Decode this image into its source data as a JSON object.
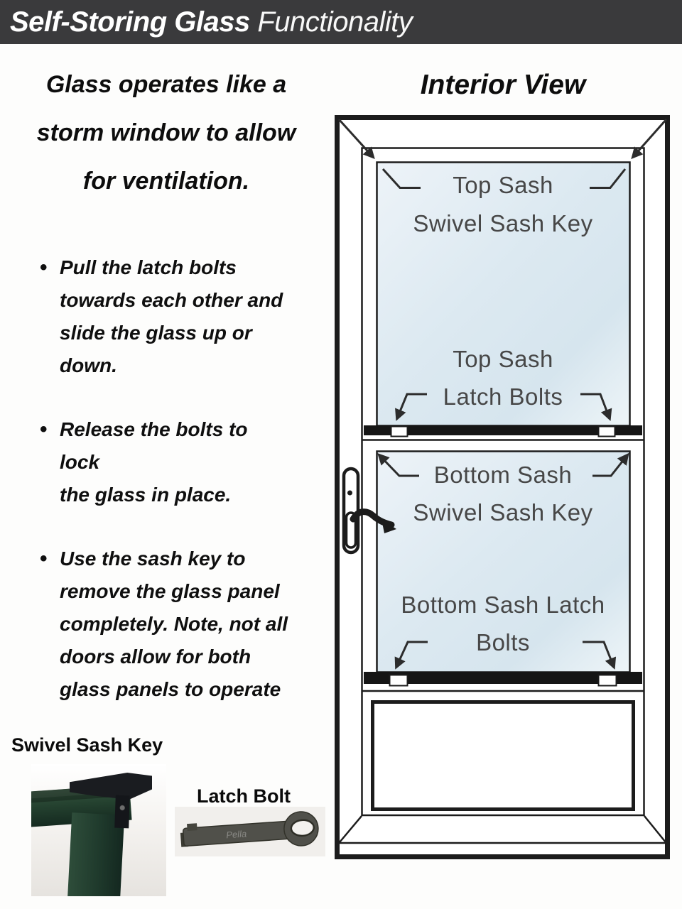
{
  "banner": {
    "title_strong": "Self-Storing Glass",
    "title_light": " Functionality"
  },
  "intro": "Glass operates like a\nstorm window to allow\nfor ventilation.",
  "bullets": [
    "Pull the latch bolts\ntowards each other and\nslide the glass up or\ndown.",
    "Release the bolts to lock\nthe glass in place.",
    "Use the sash key to\nremove the glass panel\ncompletely. Note, not all\ndoors allow for both\nglass panels to operate"
  ],
  "interior": {
    "title": "Interior View",
    "labels": {
      "top_sash_key": {
        "line1": "Top Sash",
        "line2": "Swivel Sash Key"
      },
      "top_sash_bolts": {
        "line1": "Top Sash",
        "line2": "Latch Bolts"
      },
      "bottom_sash_key": {
        "line1": "Bottom Sash",
        "line2": "Swivel Sash Key"
      },
      "bottom_sash_bolts": {
        "line1": "Bottom Sash Latch",
        "line2": "Bolts"
      }
    }
  },
  "parts": {
    "swivel_sash_key_label": "Swivel Sash Key",
    "latch_bolt_label": "Latch Bolt",
    "latch_bolt_embossed": "Pella"
  },
  "colors": {
    "banner_bg": "#3a3a3c",
    "glass_blue": "#dce9f1",
    "diagram_label": "#474747",
    "sash_green": "#24412f"
  }
}
